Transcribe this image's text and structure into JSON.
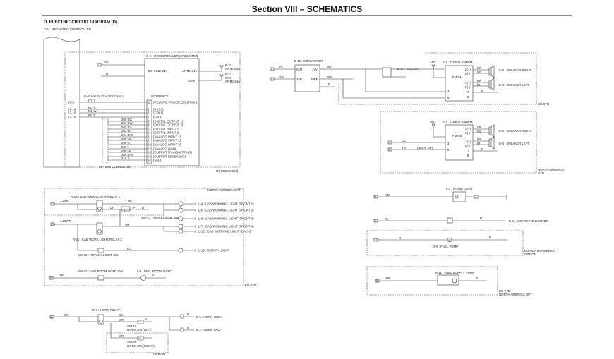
{
  "header": {
    "title": "Section VIII – SCHEMATICS",
    "subtitle": "D. ELECTRIC CIRCUIT DIAGRAM (D)",
    "controller": "C-1 : MECHATRO CONTROLLER"
  },
  "it": {
    "title": "C-6 : IT CONTROLLER (ORBCOMM)",
    "yb": "YB",
    "b": "B",
    "dcin": "DC IN 12-24V",
    "antenna": "ANTENNA",
    "gps": "GPS",
    "e23": [
      "E-23 :",
      "ANTENNA"
    ],
    "e24": [
      "E-24 :",
      "GPS",
      "ANTENNA"
    ],
    "interface": "INTERFACE",
    "gnd_sleep": "(GND AT SLEEP RELEASE)",
    "pins": [
      [
        "11",
        "(REMOTE POWER CONTROL)"
      ],
      [
        "2",
        "(RXD1)"
      ],
      [
        "1",
        "(TXD1)"
      ],
      [
        "7",
        "(GND)"
      ],
      [
        "3",
        "(DIGITAL OUTPUT 1)"
      ],
      [
        "4",
        "(DIGITAL OUTPUT 2)"
      ],
      [
        "5",
        "(DIGITAL INPUT 1)"
      ],
      [
        "6",
        "(DIGITAL INPUT 2)"
      ],
      [
        "8",
        "(ANALOG INPUT 1)"
      ],
      [
        "9",
        "(ANALOG INPUT 2)"
      ],
      [
        "10",
        "(ANALOG INPUT 3)"
      ],
      [
        "12",
        "(ANALOG GND)"
      ],
      [
        "13",
        "(OUTPUT TRANSMITTING)"
      ],
      [
        "14",
        "(OUTPUT RECEIVING)"
      ],
      [
        "15",
        "(GND)"
      ]
    ],
    "ctrl_pins": [
      "17-5",
      "17-14",
      "17-15",
      "17-16"
    ],
    "ctrl_wires": [
      "273 V",
      "301 R",
      "302 W",
      "303 B"
    ],
    "opt_wires": [
      "200 BG",
      "201 BW",
      "202 BY",
      "203 Br",
      "204 BrW",
      "205 GL",
      "206 GY",
      "207 L",
      "208 LB",
      "209 BrW",
      "210 Y"
    ],
    "option_connector": "OPTION CONNECTOR",
    "region": "IT (ORBCOMM)"
  },
  "conv": {
    "title": "E-16 : CONVERTER",
    "in1": "4",
    "in1w": "OL",
    "in2": "9",
    "in2w": "YB",
    "ign": "IGN",
    "v24": "24V",
    "v12": "12V",
    "mem": "MEM",
    "pg": "PG",
    "pw": "PW",
    "b": "B",
    "socket": "E-17 : SOCKET"
  },
  "tuner": {
    "ant": "ANT.",
    "title": "E-7 : TUNER AM&FM",
    "fmam": "FM/AM",
    "p2": "2(+)",
    "p6": "6(-)",
    "p1": "1(+)",
    "p5": "5(-)",
    "p7": "7",
    "p8": "8",
    "p3": "3",
    "lr": "LR",
    "ob": "OB",
    "lw": "LW",
    "br": "Br",
    "b": "B",
    "spk_r_eu": "E-9 : SPEAKER RIGHT",
    "spk_l_eu": "E-8 : SPEAKER LEFT",
    "spk_r_na": "E-9 : SPEAKER RIGHT",
    "spk_l_na": "E-8 : SPEAKER LEFT",
    "eu": "EU-STD",
    "na": [
      "NORTH AMERICA-",
      "STD"
    ],
    "na_in1": "4",
    "na_in1w": "OL",
    "na_in2": "9",
    "na_in2w": "YB",
    "backup": "(BACK UP)"
  },
  "work": {
    "na_opt": "NORTH AMERICA-OPT",
    "r10": "R-10 : CAB WORK LIGHT RELAY 1",
    "in": "11",
    "w125r": "1.25R",
    "w125l": "1.25L",
    "ly": "LY",
    "b": "B",
    "sw21": "SW-21 : WORK LIGHT SW.",
    "in2": "10",
    "w125wr": "1.25WR",
    "wy": "WY",
    "r11": "R-11 : CAB WORK LIGHT RELAY 2",
    "lo": "LO",
    "sw30": "SW-30 : ROTARY LIGHT SW.",
    "lights": [
      "L-4 : CAB WORKING LIGHT (FRONT 1)",
      "L-5 : CAB WORKING LIGHT (FRONT 2)",
      "L-6 : CAB WORKING LIGHT (FRONT 3)",
      "L-7 : CAB WORKING LIGHT (FRONT 4)",
      "L-10 : CAB WORKING LIGHT (BACK)",
      "L-15 : ROTARY LIGHT"
    ],
    "sw42": "SW-42 : ENG.ROOM LIGHT SW.",
    "l8": "L-8 : ENG. ROOM LIGHT",
    "in3": "9",
    "yb": "YB",
    "eu": "EU-STD"
  },
  "horn": {
    "r7": "R-7 : HORN RELAY",
    "in": "2",
    "wg": "WG",
    "wl": "WL",
    "wr": "WR",
    "b": "B",
    "sw15": [
      "SW-15",
      "HORN SW.(LEFT)"
    ],
    "sw20": [
      "SW-20",
      "HORN SW.(RIGHT)"
    ],
    "high": "E-5 : HORN HIGH",
    "low": "E-4 : HORN LOW",
    "option": "OPTION"
  },
  "misc": {
    "room": "L-3 : ROOM LIGHT",
    "room_in": "9",
    "room_w": "YB",
    "cig_in": "5",
    "cig_w": "RL",
    "b": "B",
    "cig": "E-6 : CIGARETTE LIGHTER",
    "fp_in": "11",
    "fp_w": "R",
    "m": "M",
    "fp": "M-9 : FUEL PUMP",
    "fp_region": [
      "EU-NORTH AMERICA",
      "OPTION"
    ],
    "fsp": "M-11 : FUEL SUPPLY PUMP",
    "fsp_in": "8",
    "fsp_w": "WR",
    "fsp_region": [
      "EU-STD",
      "NORTH AMERICA-OPT"
    ]
  }
}
